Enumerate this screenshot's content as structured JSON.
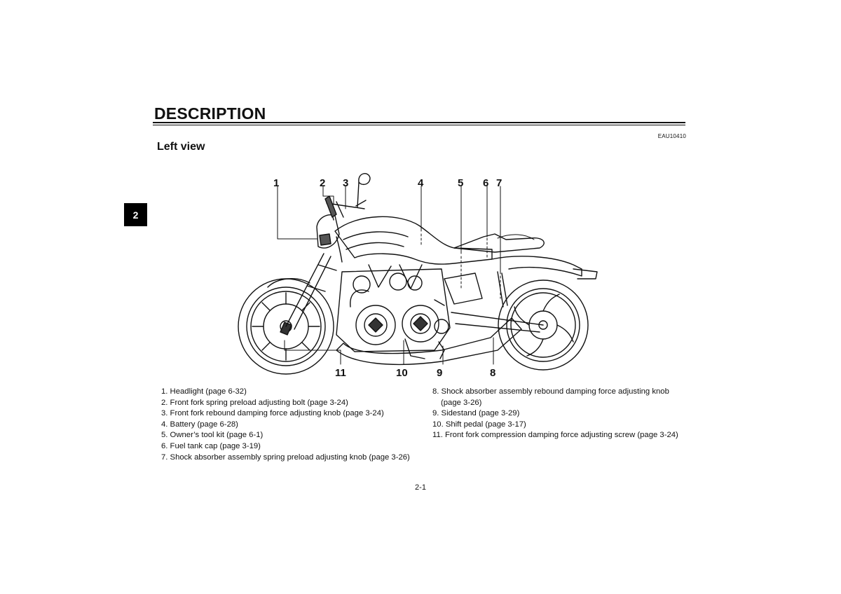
{
  "header": {
    "title": "DESCRIPTION",
    "code": "EAU10410",
    "subtitle": "Left view",
    "chapter": "2"
  },
  "figure": {
    "callouts_top": [
      "1",
      "2",
      "3",
      "4",
      "5",
      "6",
      "7"
    ],
    "callouts_bottom": [
      "11",
      "10",
      "9",
      "8"
    ]
  },
  "parts_left": [
    "1. Headlight (page 6-32)",
    "2. Front fork spring preload adjusting bolt (page 3-24)",
    "3. Front fork rebound damping force adjusting knob (page 3-24)",
    "4. Battery (page 6-28)",
    "5. Owner’s tool kit (page 6-1)",
    "6. Fuel tank cap (page 3-19)",
    "7. Shock absorber assembly spring preload adjusting knob (page 3-26)"
  ],
  "parts_right": [
    "8. Shock absorber assembly rebound damping force adjusting knob",
    "(page 3-26)",
    "9. Sidestand (page 3-29)",
    "10. Shift pedal (page 3-17)",
    "11. Front fork compression damping force adjusting screw (page 3-24)"
  ],
  "footer": {
    "page": "2-1"
  }
}
